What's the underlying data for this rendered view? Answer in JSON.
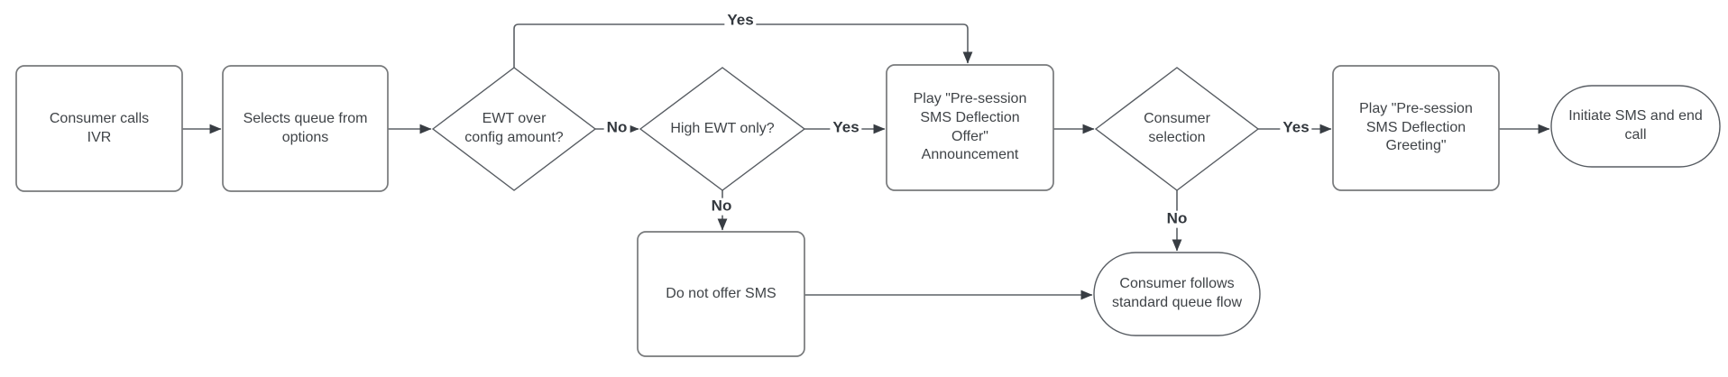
{
  "diagram": {
    "nodes": {
      "consumer_calls_ivr": {
        "type": "process",
        "label": [
          "Consumer calls",
          "IVR"
        ]
      },
      "selects_queue": {
        "type": "process",
        "label": [
          "Selects queue from",
          "options"
        ]
      },
      "ewt_over_config": {
        "type": "decision",
        "label": [
          "EWT over",
          "config amount?"
        ]
      },
      "high_ewt_only": {
        "type": "decision",
        "label": "High EWT only?"
      },
      "play_offer_announcement": {
        "type": "process",
        "label": [
          "Play \"Pre-session",
          "SMS Deflection",
          "Offer\"",
          "Announcement"
        ]
      },
      "consumer_selection": {
        "type": "decision",
        "label": [
          "Consumer",
          "selection"
        ]
      },
      "play_greeting": {
        "type": "process",
        "label": [
          "Play \"Pre-session",
          "SMS Deflection",
          "Greeting\""
        ]
      },
      "initiate_sms_end_call": {
        "type": "terminator",
        "label": [
          "Initiate SMS and end",
          "call"
        ]
      },
      "do_not_offer_sms": {
        "type": "process",
        "label": "Do not offer SMS"
      },
      "standard_queue_flow": {
        "type": "terminator",
        "label": [
          "Consumer follows",
          "standard queue flow"
        ]
      }
    },
    "edge_labels": {
      "ewt_yes": "Yes",
      "ewt_no": "No",
      "high_ewt_yes": "Yes",
      "high_ewt_no": "No",
      "selection_yes": "Yes",
      "selection_no": "No"
    },
    "colors": {
      "background": "#ffffff",
      "shape_fill": "#ffffff",
      "process_border": "#77797b",
      "decision_border": "#585d63",
      "terminator_border": "#585d63",
      "edge_stroke": "#5c6166",
      "arrowhead": "#383d43",
      "node_text": "#3f4347",
      "edge_label_text": "#33383e"
    }
  }
}
